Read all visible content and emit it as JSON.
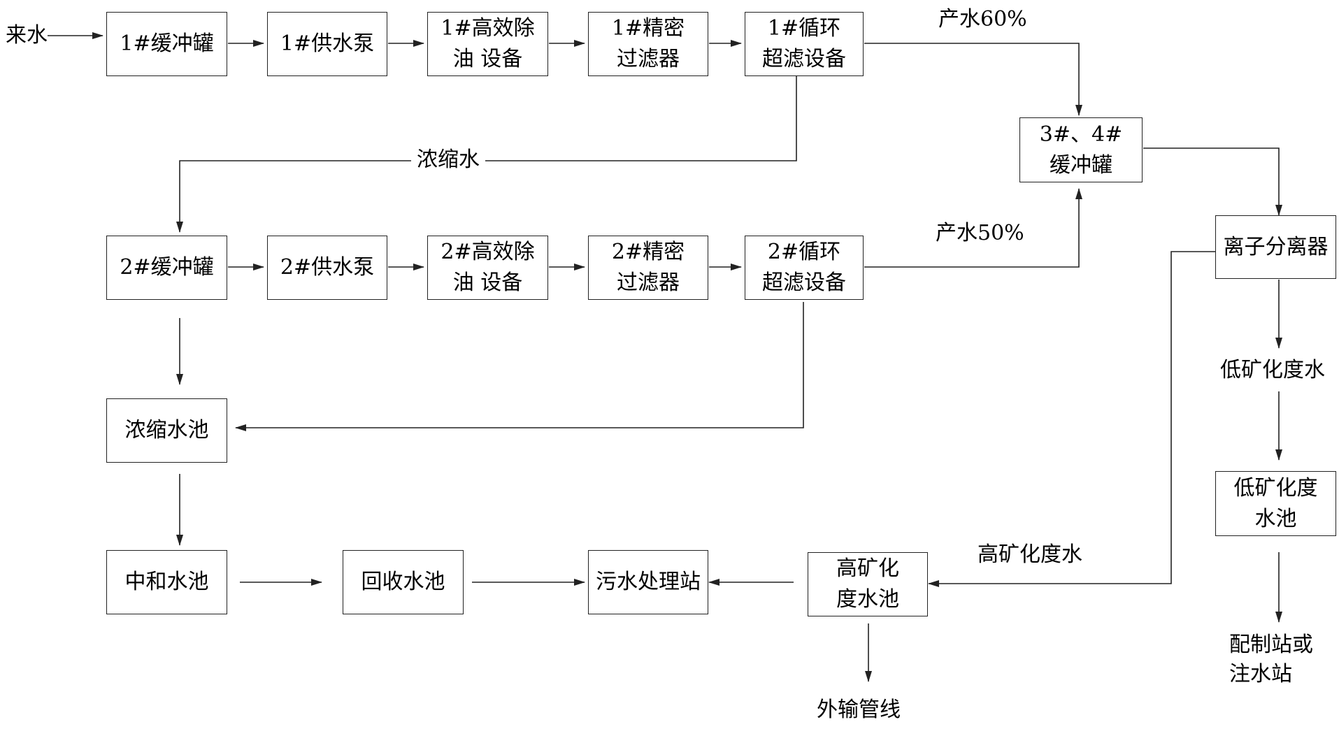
{
  "source_label": "来水",
  "row1": {
    "buffer": "1#缓冲罐",
    "pump": "1#供水泵",
    "deoil_l1": "1#高效除",
    "deoil_l2": "油 设备",
    "filter_l1": "1#精密",
    "filter_l2": "过滤器",
    "uf_l1": "1#循环",
    "uf_l2": "超滤设备"
  },
  "row2": {
    "buffer": "2#缓冲罐",
    "pump": "2#供水泵",
    "deoil_l1": "2#高效除",
    "deoil_l2": "油 设备",
    "filter_l1": "2#精密",
    "filter_l2": "过滤器",
    "uf_l1": "2#循环",
    "uf_l2": "超滤设备"
  },
  "tank34_l1": "3#、4#",
  "tank34_l2": "缓冲罐",
  "yield1": "产水60%",
  "yield2": "产水50%",
  "concentrate": "浓缩水",
  "concentrate_pool": "浓缩水池",
  "neutral_pool": "中和水池",
  "recovery_pool": "回收水池",
  "sewage_station": "污水处理站",
  "ion_separator": "离子分离器",
  "low_water": "低矿化度水",
  "low_pool_l1": "低矿化度",
  "low_pool_l2": "水池",
  "dest_l1": "配制站或",
  "dest_l2": "注水站",
  "high_water": "高矿化度水",
  "high_pool_l1": "高矿化",
  "high_pool_l2": "度水池",
  "export_line": "外输管线"
}
